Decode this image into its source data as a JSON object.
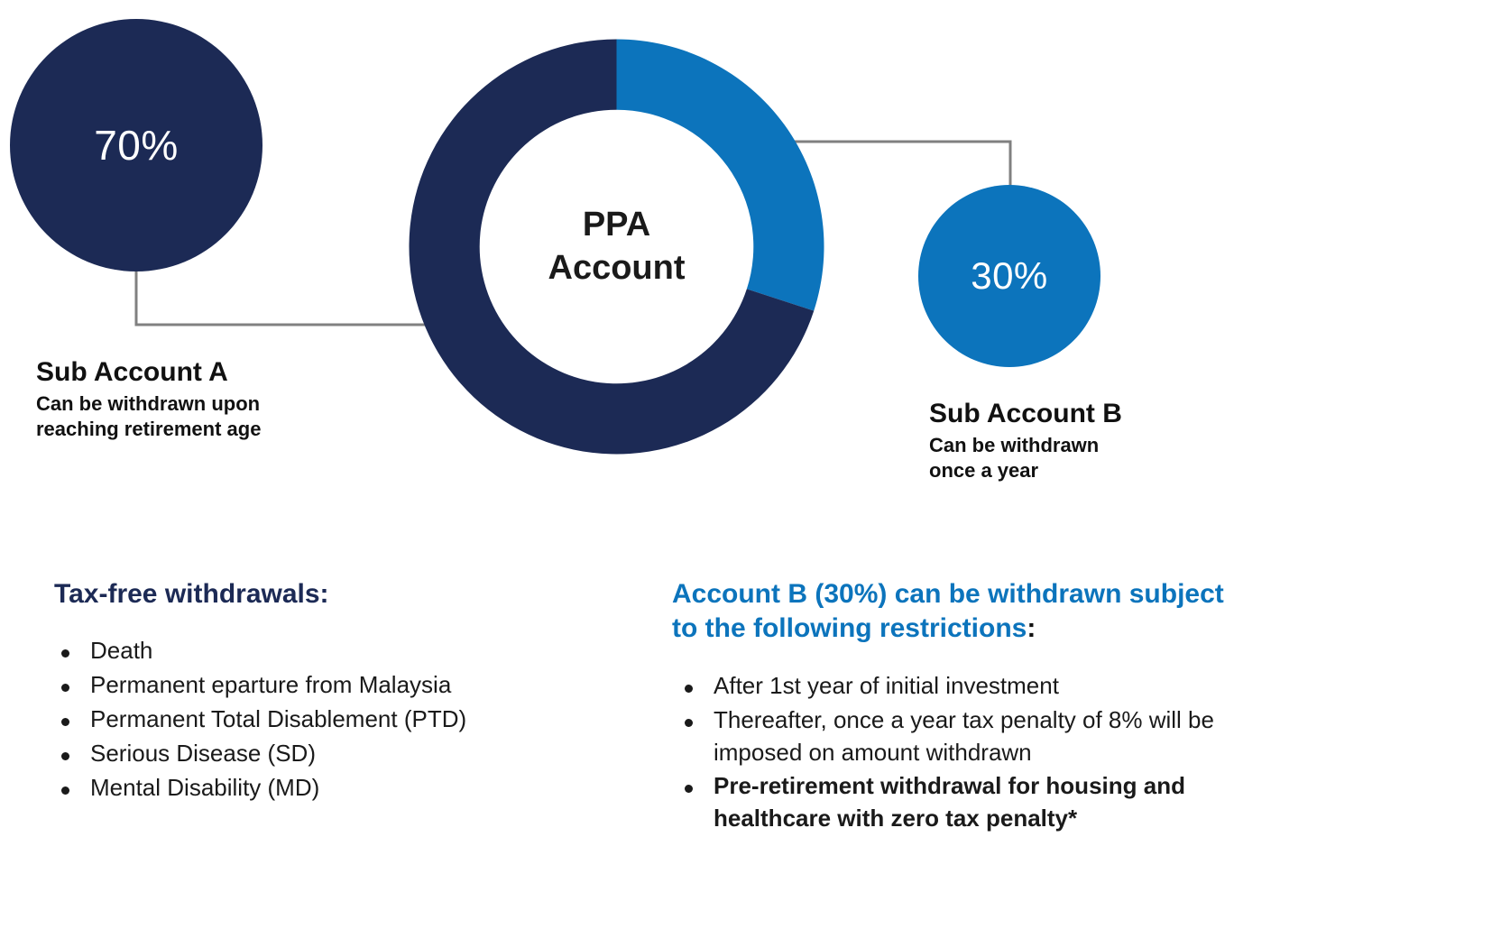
{
  "colors": {
    "navy": "#1c2a55",
    "blue": "#0c74bc",
    "connector": "#808080",
    "text": "#1a1a1a",
    "background": "#ffffff"
  },
  "chart_data": {
    "type": "pie",
    "title": "PPA Account",
    "center_label_line1": "PPA",
    "center_label_line2": "Account",
    "categories": [
      "Sub Account A",
      "Sub Account B"
    ],
    "values": [
      70,
      30
    ],
    "value_labels": [
      "70%",
      "30%"
    ],
    "colors": [
      "#1c2a55",
      "#0c74bc"
    ],
    "start_angle_deg": 0,
    "direction": "clockwise",
    "donut": true,
    "inner_radius_ratio": 0.66,
    "legend": "callouts",
    "xlabel": "",
    "ylabel": ""
  },
  "callouts": [
    {
      "id": "a",
      "percent": "70%",
      "title": "Sub Account A",
      "description": "Can be withdrawn upon\nreaching retirement age",
      "description_lines": [
        "Can be withdrawn upon",
        "reaching retirement age"
      ],
      "color": "#1c2a55"
    },
    {
      "id": "b",
      "percent": "30%",
      "title": "Sub Account B",
      "description": "Can be withdrawn\nonce a year",
      "description_lines": [
        "Can be withdrawn",
        "once a year"
      ],
      "color": "#0c74bc"
    }
  ],
  "left_column": {
    "heading": "Tax-free withdrawals:",
    "items": [
      "Death",
      "Permanent eparture from Malaysia",
      "Permanent Total Disablement (PTD)",
      "Serious Disease (SD)",
      "Mental Disability (MD)"
    ]
  },
  "right_column": {
    "heading_text": "Account B (30%) can be withdrawn subject to the following restrictions",
    "heading_punct": ":",
    "items": [
      {
        "text": "After 1st year of initial investment",
        "bold": false
      },
      {
        "text": "Thereafter, once a year tax penalty of 8% will be imposed on amount withdrawn",
        "bold": false
      },
      {
        "text": "Pre-retirement withdrawal for housing and healthcare with zero tax penalty*",
        "bold": true
      }
    ]
  }
}
